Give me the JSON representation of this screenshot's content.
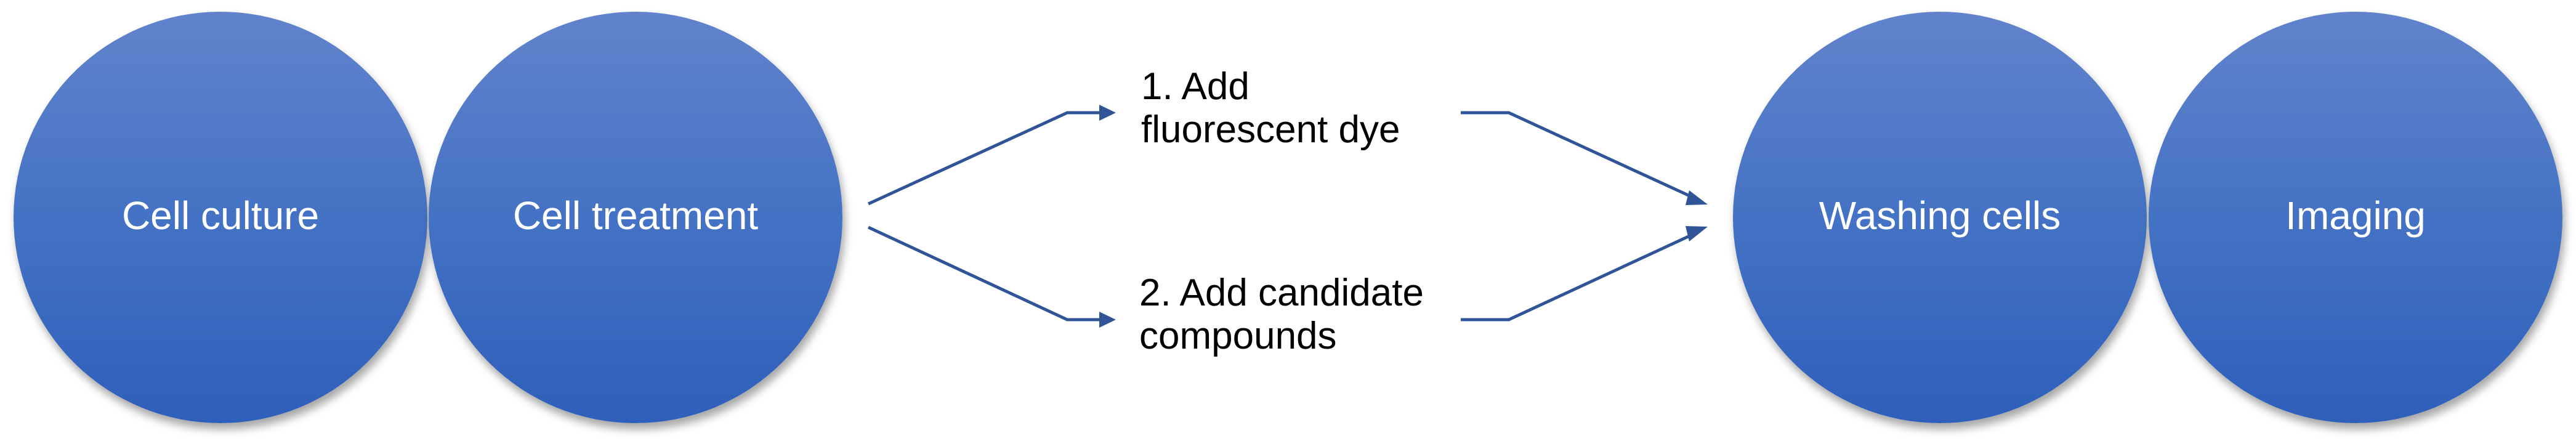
{
  "diagram": {
    "type": "workflow",
    "colors": {
      "node_gradient_top": "#6283CC",
      "node_gradient_mid": "#4472C4",
      "node_gradient_bottom": "#2E5FBA",
      "arrow": "#2F5597",
      "node_text": "#FFFFFF",
      "step_text": "#000000"
    },
    "nodes": [
      {
        "id": "cell-culture",
        "label": "Cell culture"
      },
      {
        "id": "cell-treatment",
        "label": "Cell treatment"
      },
      {
        "id": "washing-cells",
        "label": "Washing cells"
      },
      {
        "id": "imaging",
        "label": "Imaging"
      }
    ],
    "branches": [
      {
        "id": "step-1",
        "line1": "1. Add",
        "line2": "fluorescent dye"
      },
      {
        "id": "step-2",
        "line1": "2. Add candidate",
        "line2": "compounds"
      }
    ],
    "edges": [
      {
        "from": "cell-treatment",
        "to": "step-1"
      },
      {
        "from": "cell-treatment",
        "to": "step-2"
      },
      {
        "from": "step-1",
        "to": "washing-cells"
      },
      {
        "from": "step-2",
        "to": "washing-cells"
      }
    ]
  }
}
